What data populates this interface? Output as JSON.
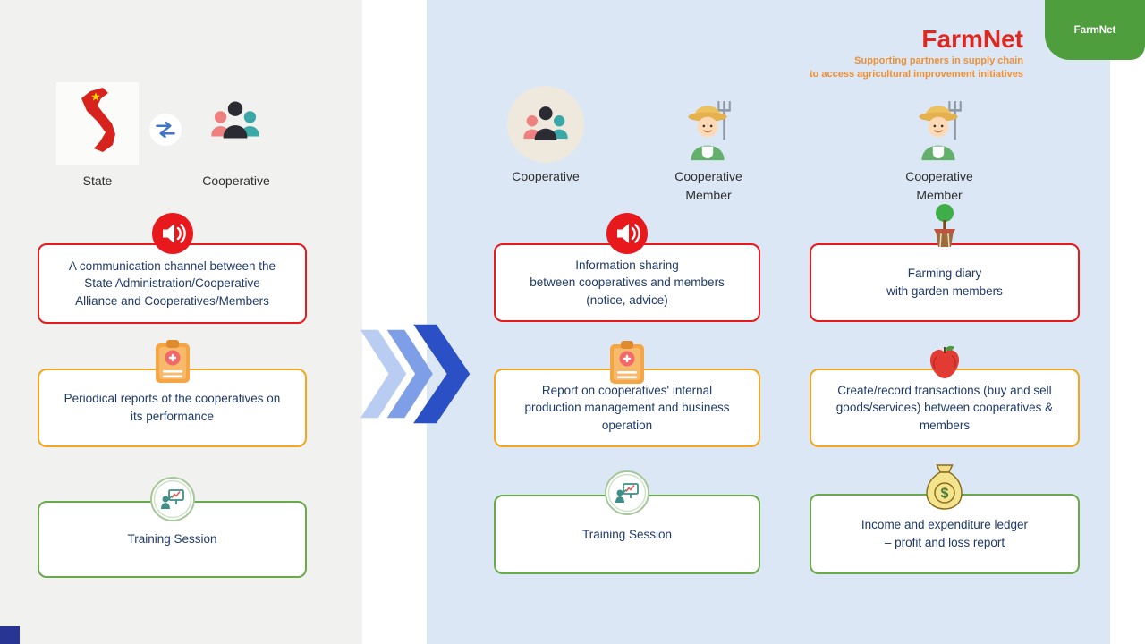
{
  "brand": {
    "title": "FarmNet",
    "subtitle": "Supporting partners in supply chain\nto access agricultural improvement initiatives",
    "badge_label": "FarmNet"
  },
  "colors": {
    "red": "#e8191c",
    "orange": "#f5a61c",
    "green": "#6aaa4a",
    "navy_text": "#1e3a68",
    "title_red": "#df2720",
    "subtitle_orange": "#ee8f35",
    "badge_green": "#4f9e3e",
    "panel_left_bg": "#f1f1ef",
    "panel_right_bg": "#dbe7f5",
    "arrow_light": "#b9cdf3",
    "arrow_medium": "#7e9fe8",
    "arrow_dark": "#2b50c6",
    "corner_accent": "#283593"
  },
  "icons": {
    "left": [
      "vietnam-map-icon",
      "exchange-arrows-icon",
      "people-group-icon",
      "speaker-icon",
      "clipboard-icon",
      "training-icon"
    ],
    "right": [
      "people-group-icon",
      "farmer-icon",
      "farmer-icon",
      "speaker-icon",
      "clipboard-icon",
      "training-icon",
      "plant-icon",
      "apple-icon",
      "money-bag-icon"
    ],
    "middle": [
      "chevron-arrows-icon"
    ]
  },
  "left_panel": {
    "actors": [
      {
        "label": "State"
      },
      {
        "label": "Cooperative"
      }
    ],
    "boxes": [
      {
        "text": "A communication channel between the\nState Administration/Cooperative\nAlliance and Cooperatives/Members"
      },
      {
        "text": "Periodical reports of the cooperatives on\nits performance"
      },
      {
        "text": "Training Session"
      }
    ]
  },
  "right_panel": {
    "actors": [
      {
        "label": "Cooperative"
      },
      {
        "label": "Cooperative\nMember"
      },
      {
        "label": "Cooperative\nMember"
      }
    ],
    "col1_boxes": [
      {
        "text": "Information sharing\nbetween cooperatives and members\n(notice, advice)"
      },
      {
        "text": "Report on cooperatives' internal\nproduction management and business\noperation"
      },
      {
        "text": "Training Session"
      }
    ],
    "col2_boxes": [
      {
        "text": "Farming diary\nwith garden members"
      },
      {
        "text": "Create/record transactions (buy and sell\ngoods/services) between cooperatives &\nmembers"
      },
      {
        "text": "Income and expenditure ledger\n– profit and loss report"
      }
    ]
  }
}
